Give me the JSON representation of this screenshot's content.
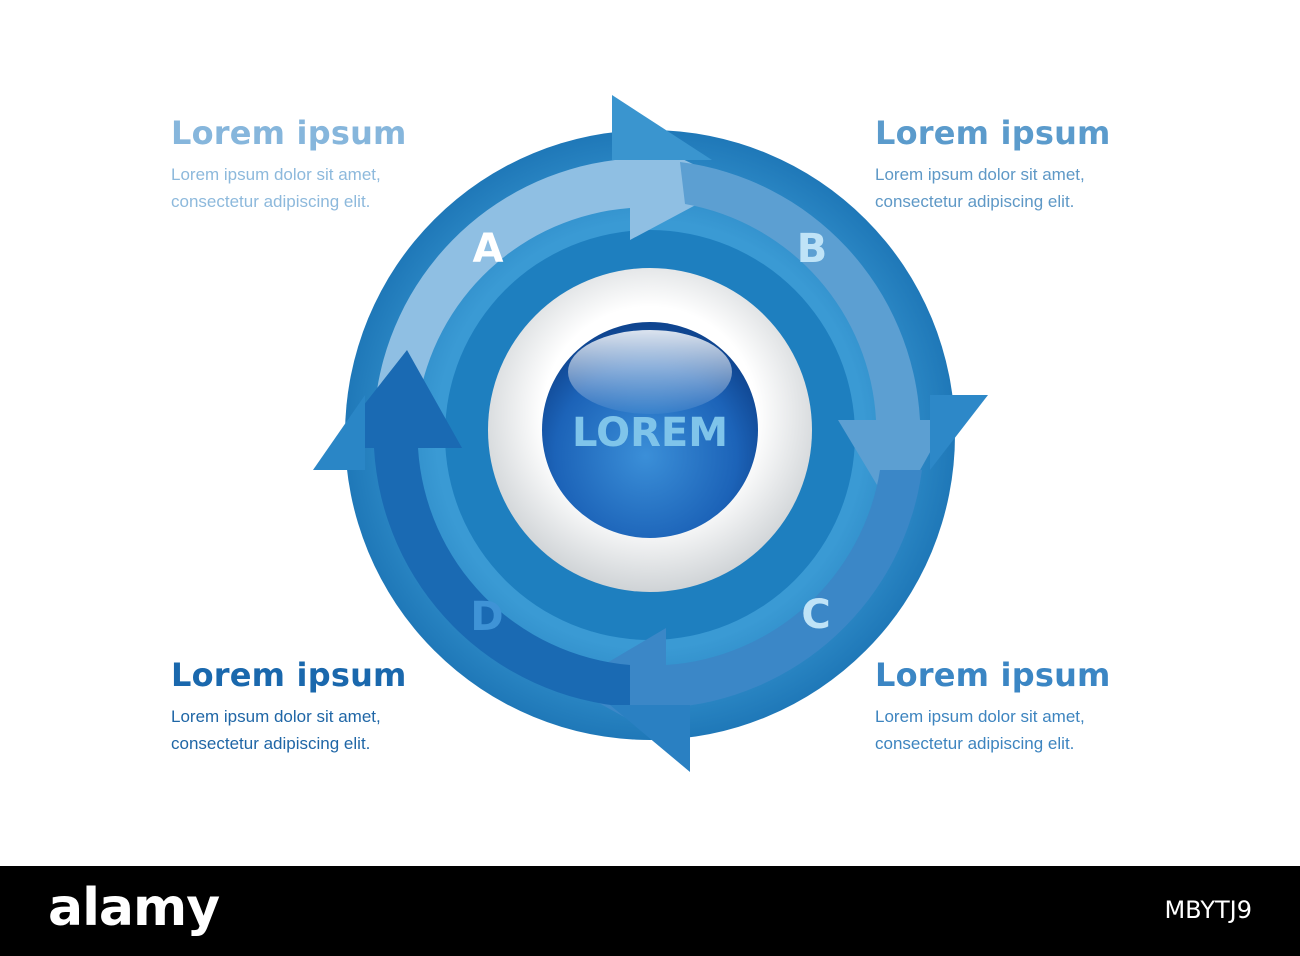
{
  "steps": [
    {
      "letter": "A",
      "title": "Lorem ipsum",
      "text1": "Lorem ipsum dolor sit amet,",
      "text2": "consectetur adipiscing elit."
    },
    {
      "letter": "B",
      "title": "Lorem ipsum",
      "text1": "Lorem ipsum dolor sit amet,",
      "text2": "consectetur adipiscing elit."
    },
    {
      "letter": "C",
      "title": "Lorem ipsum",
      "text1": "Lorem ipsum dolor sit amet,",
      "text2": "consectetur adipiscing elit."
    },
    {
      "letter": "D",
      "title": "Lorem ipsum",
      "text1": "Lorem ipsum dolor sit amet,",
      "text2": "consectetur adipiscing elit."
    }
  ],
  "center": {
    "label": "LOREM"
  },
  "colors": {
    "a": "#8fbfe3",
    "b": "#5c9fd2",
    "c": "#3b87c7",
    "d": "#1a6ab3",
    "ring": "#2a86c4"
  },
  "footer": {
    "brand": "alamy",
    "code": "MBYTJ9"
  }
}
